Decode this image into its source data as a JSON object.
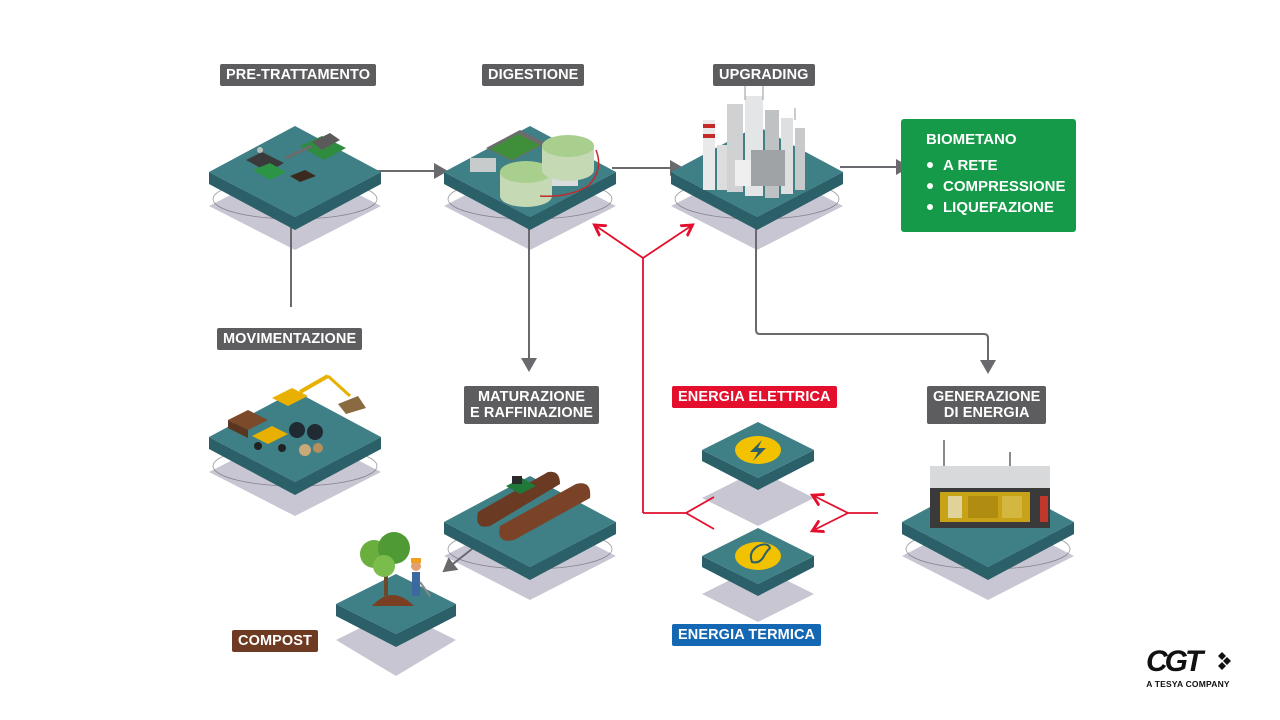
{
  "labels": {
    "pretrattamento": "PRE-TRATTAMENTO",
    "digestione": "DIGESTIONE",
    "upgrading": "UPGRADING",
    "movimentazione": "MOVIMENTAZIONE",
    "maturazione_line1": "MATURAZIONE",
    "maturazione_line2": "E RAFFINAZIONE",
    "energia_elettrica": "ENERGIA ELETTRICA",
    "generazione_line1": "GENERAZIONE",
    "generazione_line2": "DI ENERGIA",
    "energia_termica": "ENERGIA TERMICA",
    "compost": "COMPOST"
  },
  "biometano": {
    "title": "BIOMETANO",
    "items": [
      "A RETE",
      "COMPRESSIONE",
      "LIQUEFAZIONE"
    ]
  },
  "logo": {
    "brand": "CGT",
    "tagline": "A TESYA COMPANY"
  },
  "colors": {
    "teal_top": "#3f7f86",
    "teal_side": "#2c6069",
    "flow_grey": "#6a6a6e",
    "energy_red": "#e30f2d",
    "biometano_green": "#149a48",
    "energy_blue": "#1467b3",
    "compost_brown": "#6e3a22",
    "icon_yellow": "#f2c200"
  },
  "icons": [
    "lightning-icon",
    "flame-icon"
  ]
}
